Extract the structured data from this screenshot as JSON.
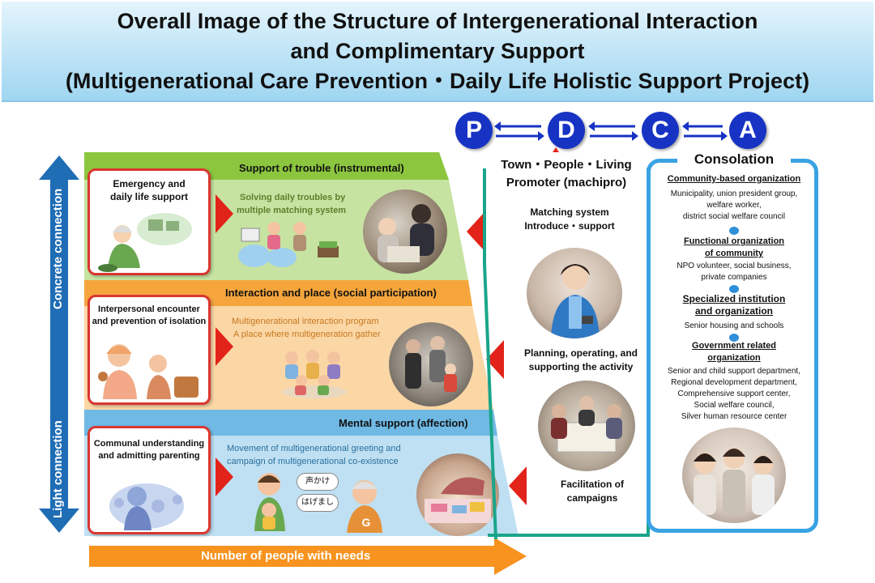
{
  "title": {
    "line1": "Overall Image of the Structure of Intergenerational Interaction",
    "line2": "and Complimentary Support",
    "line3": "(Multigenerational Care Prevention・Daily Life Holistic Support Project)"
  },
  "pdca": [
    "P",
    "D",
    "C",
    "A"
  ],
  "axes": {
    "vertical_top": "Concrete connection",
    "vertical_bottom": "Light connection",
    "horizontal": "Number of people with needs"
  },
  "bands": [
    {
      "title": "Support of trouble (instrumental)",
      "box_label": [
        "Emergency and",
        "daily life support"
      ],
      "desc": [
        "Solving daily troubles by",
        "multiple matching system"
      ]
    },
    {
      "title": "Interaction and place (social participation)",
      "box_label": [
        "Interpersonal encounter",
        "and prevention of isolation"
      ],
      "desc": [
        "Multigenerational interaction program",
        "A place where multigeneration gather"
      ]
    },
    {
      "title": "Mental support (affection)",
      "box_label": [
        "Communal understanding",
        "and admitting parenting"
      ],
      "desc": [
        "Movement of multigenerational greeting and",
        "campaign of multigenerational co-existence"
      ]
    }
  ],
  "speech": [
    "声かけ",
    "はげまし"
  ],
  "promoter": {
    "heading": [
      "Town・People・Living",
      "Promoter (machipro)"
    ],
    "items": [
      [
        "Matching system",
        "Introduce・support"
      ],
      [
        "Planning, operating, and",
        "supporting the activity"
      ],
      [
        "Facilitation of",
        "campaigns"
      ]
    ]
  },
  "consolation": {
    "title": "Consolation",
    "groups": [
      {
        "heading": [
          "Community-based organization"
        ],
        "body": [
          "Municipality, union president group,",
          "welfare worker,",
          "district social welfare council"
        ]
      },
      {
        "heading": [
          "Functional organization",
          "of community"
        ],
        "body": [
          "NPO volunteer, social business,",
          "private companies"
        ]
      },
      {
        "heading": [
          "Specialized institution",
          "and organization"
        ],
        "body": [
          "Senior housing and schools"
        ]
      },
      {
        "heading": [
          "Government related",
          "organization"
        ],
        "body": [
          "Senior and child support department,",
          "Regional development department,",
          "Comprehensive support center,",
          "Social welfare council,",
          "Silver human resource center"
        ]
      }
    ]
  },
  "colors": {
    "band1": "#c6e3a2",
    "band1_head": "#8cc63f",
    "band2": "#fbd7a6",
    "band2_head": "#f6a53c",
    "band3": "#bfe0f3",
    "band3_head": "#6fb9e4",
    "accent_red": "#e2231a",
    "axis_blue": "#1f6db5",
    "pdca_blue": "#1733c4",
    "promoter_green": "#1aa58a",
    "consolation_blue": "#3aa3e3",
    "needs_orange": "#f7931e"
  }
}
